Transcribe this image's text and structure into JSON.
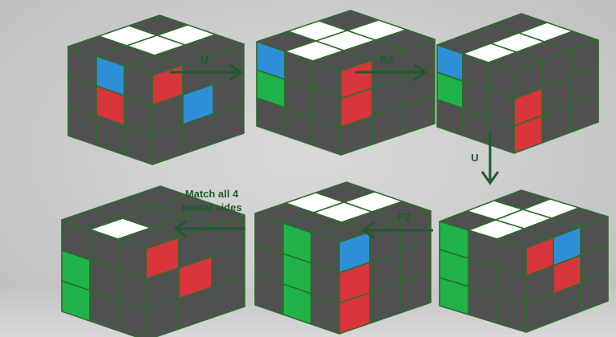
{
  "colors": {
    "arrow": "#1f5a2e",
    "edge": "#2e6b2e",
    "grey": "#505050",
    "white": "#ffffff",
    "blue": "#2f8fd6",
    "red": "#d8343c",
    "green": "#1fb34a"
  },
  "steps": {
    "s1": {
      "label": "U"
    },
    "s2": {
      "label": "R2"
    },
    "s3": {
      "label": "U"
    },
    "s4": {
      "label": "F2"
    },
    "s5": {
      "label_line1": "Match all 4",
      "label_line2": "lateral sides"
    }
  },
  "cubes": [
    {
      "name": "cube-1",
      "top": [
        "G",
        "G",
        "G",
        "W",
        "W",
        "G",
        "G",
        "W",
        "G"
      ],
      "left": [
        "G",
        "B",
        "G",
        "G",
        "R",
        "G",
        "G",
        "G",
        "G"
      ],
      "right": [
        "R",
        "G",
        "G",
        "G",
        "B",
        "G",
        "G",
        "G",
        "G"
      ]
    },
    {
      "name": "cube-2",
      "top": [
        "G",
        "W",
        "G",
        "W",
        "W",
        "G",
        "G",
        "W",
        "G"
      ],
      "left": [
        "B",
        "G",
        "G",
        "N",
        "G",
        "G",
        "G",
        "G",
        "G"
      ],
      "right": [
        "R",
        "G",
        "G",
        "R",
        "G",
        "G",
        "G",
        "G",
        "G"
      ]
    },
    {
      "name": "cube-3",
      "top": [
        "G",
        "W",
        "G",
        "G",
        "W",
        "G",
        "G",
        "W",
        "G"
      ],
      "left": [
        "B",
        "G",
        "G",
        "N",
        "G",
        "G",
        "G",
        "G",
        "G"
      ],
      "right": [
        "G",
        "G",
        "G",
        "R",
        "G",
        "G",
        "R",
        "G",
        "G"
      ]
    },
    {
      "name": "cube-4",
      "top": [
        "G",
        "W",
        "G",
        "W",
        "W",
        "G",
        "G",
        "W",
        "G"
      ],
      "left": [
        "N",
        "G",
        "G",
        "N",
        "G",
        "G",
        "N",
        "G",
        "G"
      ],
      "right": [
        "R",
        "B",
        "G",
        "G",
        "R",
        "G",
        "G",
        "G",
        "G"
      ]
    },
    {
      "name": "cube-5",
      "top": [
        "G",
        "G",
        "G",
        "W",
        "W",
        "G",
        "G",
        "W",
        "G"
      ],
      "left": [
        "G",
        "N",
        "G",
        "G",
        "N",
        "G",
        "G",
        "N",
        "G"
      ],
      "right": [
        "B",
        "G",
        "G",
        "R",
        "G",
        "G",
        "R",
        "G",
        "G"
      ]
    },
    {
      "name": "cube-6",
      "top": [
        "G",
        "W",
        "G",
        "G",
        "G",
        "G",
        "G",
        "G",
        "G"
      ],
      "left": [
        "G",
        "G",
        "G",
        "N",
        "G",
        "G",
        "N",
        "G",
        "G"
      ],
      "right": [
        "R",
        "G",
        "G",
        "G",
        "R",
        "G",
        "G",
        "G",
        "G"
      ]
    }
  ]
}
